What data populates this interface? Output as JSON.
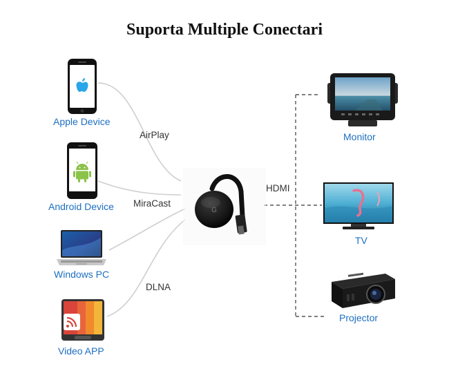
{
  "title": "Suporta Multiple Conectari",
  "sources": {
    "apple": "Apple Device",
    "android": "Android Device",
    "windows": "Windows PC",
    "video": "Video APP"
  },
  "protocols": {
    "airplay": "AirPlay",
    "miracast": "MiraCast",
    "dlna": "DLNA",
    "hdmi": "HDMI"
  },
  "outputs": {
    "monitor": "Monitor",
    "tv": "TV",
    "projector": "Projector"
  },
  "colors": {
    "label": "#1d6fc0",
    "apple_logo": "#2aa6e8",
    "android": "#8bc34a",
    "line": "#cfcfcf",
    "dash": "#555555"
  }
}
